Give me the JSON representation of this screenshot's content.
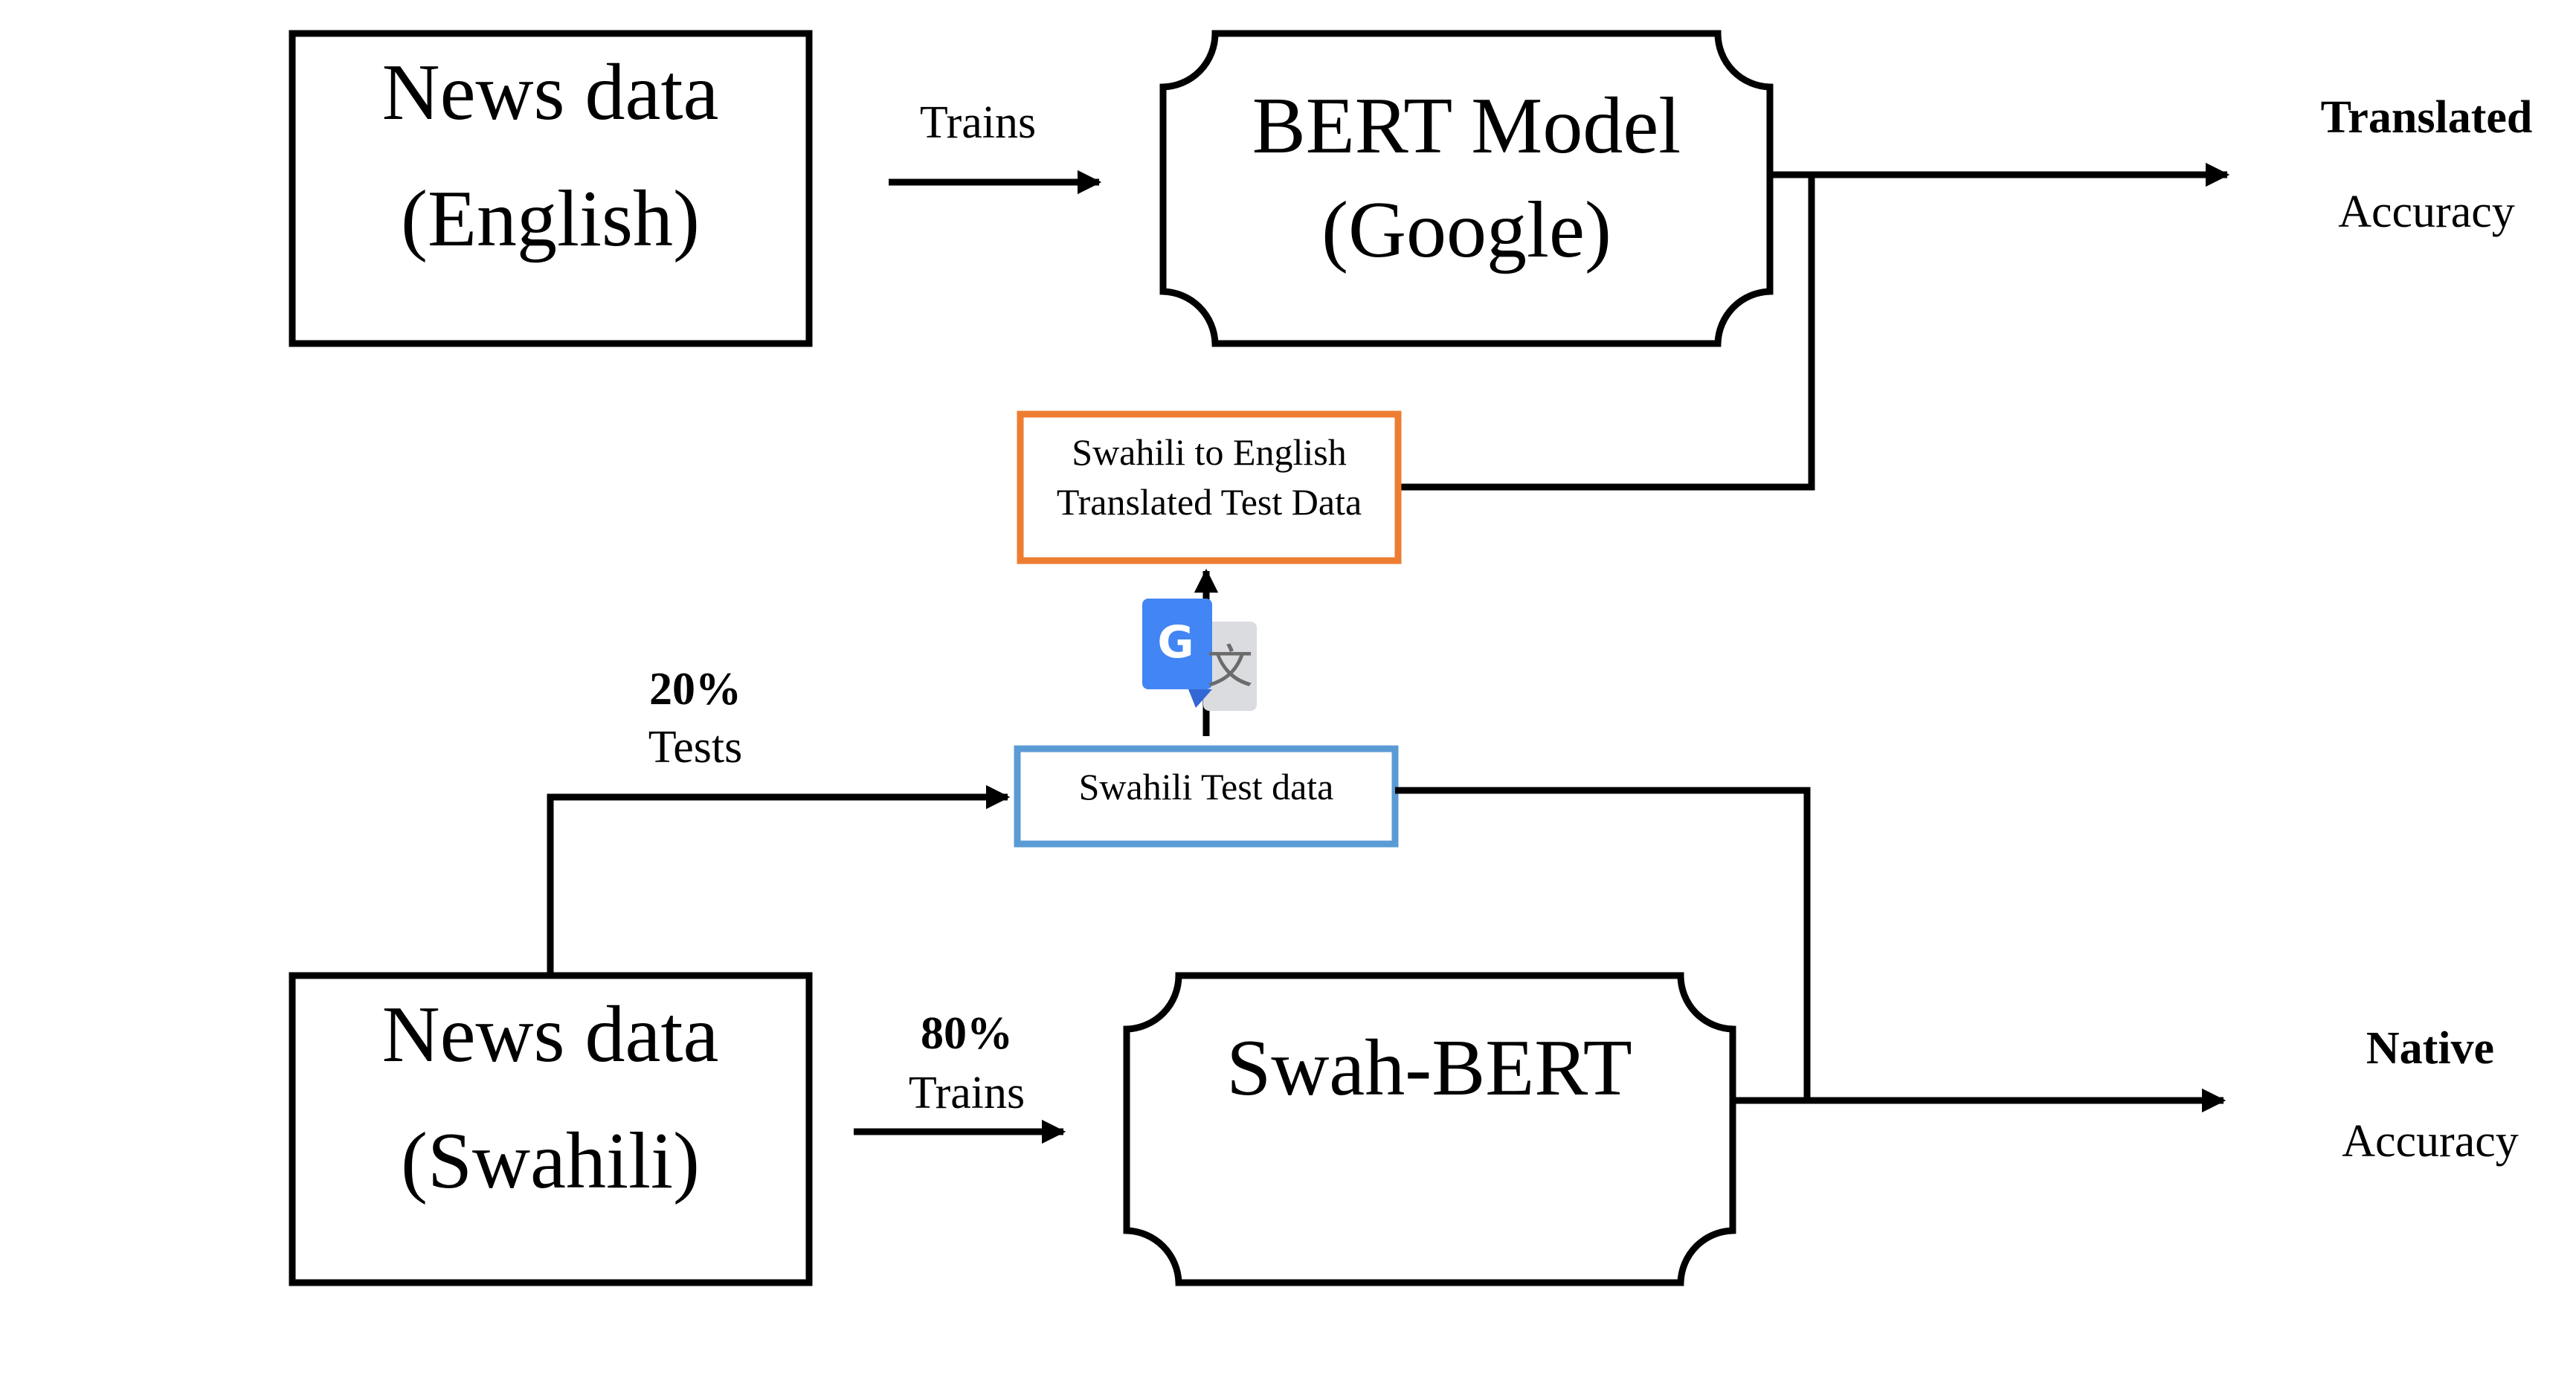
{
  "nodes": {
    "news_english": {
      "line1": "News data",
      "line2": "(English)"
    },
    "bert_google": {
      "line1": "BERT Model",
      "line2": "(Google)"
    },
    "translated_test": {
      "line1": "Swahili to English",
      "line2": "Translated Test Data",
      "border_color": "#ED7D31"
    },
    "swahili_test": {
      "label": "Swahili Test data",
      "border_color": "#5B9BD5"
    },
    "news_swahili": {
      "line1": "News data",
      "line2": "(Swahili)"
    },
    "swah_bert": {
      "label": "Swah-BERT"
    }
  },
  "edges": {
    "trains_top": {
      "label": "Trains"
    },
    "tests_split": {
      "percent": "20%",
      "label": "Tests"
    },
    "trains_bottom": {
      "percent": "80%",
      "label": "Trains"
    }
  },
  "outputs": {
    "translated": {
      "title": "Translated",
      "subtitle": "Accuracy"
    },
    "native": {
      "title": "Native",
      "subtitle": "Accuracy"
    }
  },
  "icons": {
    "translate": {
      "name": "google-translate-icon",
      "blue": "#4285F4",
      "grey": "#DADCE0",
      "glyph": "文"
    }
  }
}
